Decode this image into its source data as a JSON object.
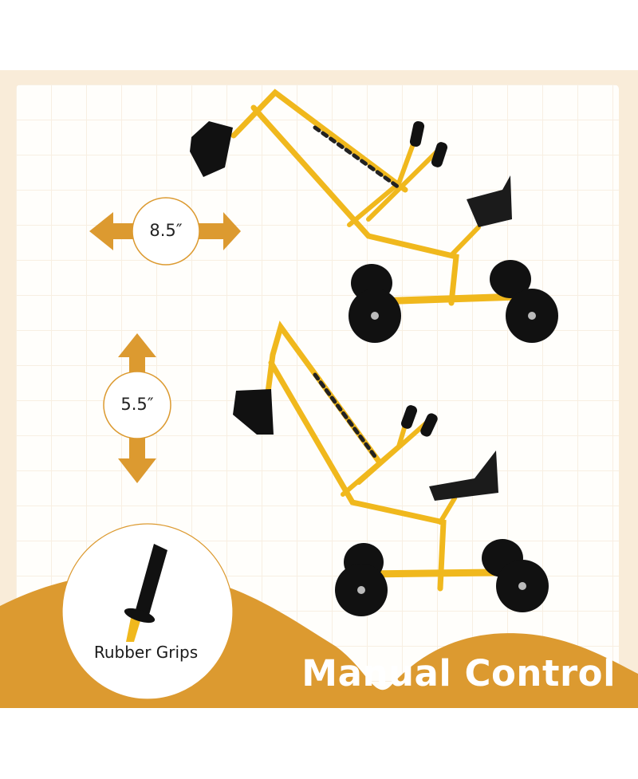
{
  "title": "Manual Control",
  "dimensions": {
    "width_label": "8.5″",
    "height_label": "5.5″"
  },
  "callout": {
    "label": "Rubber Grips"
  },
  "colors": {
    "accent": "#dc9a30",
    "band": "#f9ecd9",
    "frame": "#f0b81d",
    "rubber": "#111111"
  },
  "icons": [
    "double-arrow-horizontal-icon",
    "double-arrow-vertical-icon"
  ]
}
